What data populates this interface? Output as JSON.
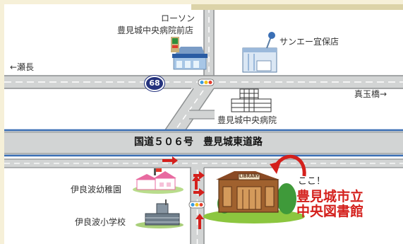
{
  "labels": {
    "lawson_line1": "ローソン",
    "lawson_line2": "豊見城中央病院前店",
    "sanei": "サンエー宜保店",
    "direction_west": "←瀬長",
    "direction_east": "真玉橋→",
    "hospital": "豊見城中央病院",
    "highway": "国道５０６号　豊見城東道路",
    "kindergarten": "伊良波幼稚園",
    "elementary": "伊良波小学校",
    "here": "ここ！",
    "library_line1": "豊見城市立",
    "library_line2": "中央図書館",
    "library_sign": "LIBRARY"
  },
  "route_badge": "68",
  "colors": {
    "road_fill": "#d2d4d4",
    "road_edge": "#8c8f90",
    "highway_edge": "#3a6fb5",
    "accent_red": "#d4201c",
    "route_badge": "#25337e",
    "background": "#f6f0d8"
  }
}
